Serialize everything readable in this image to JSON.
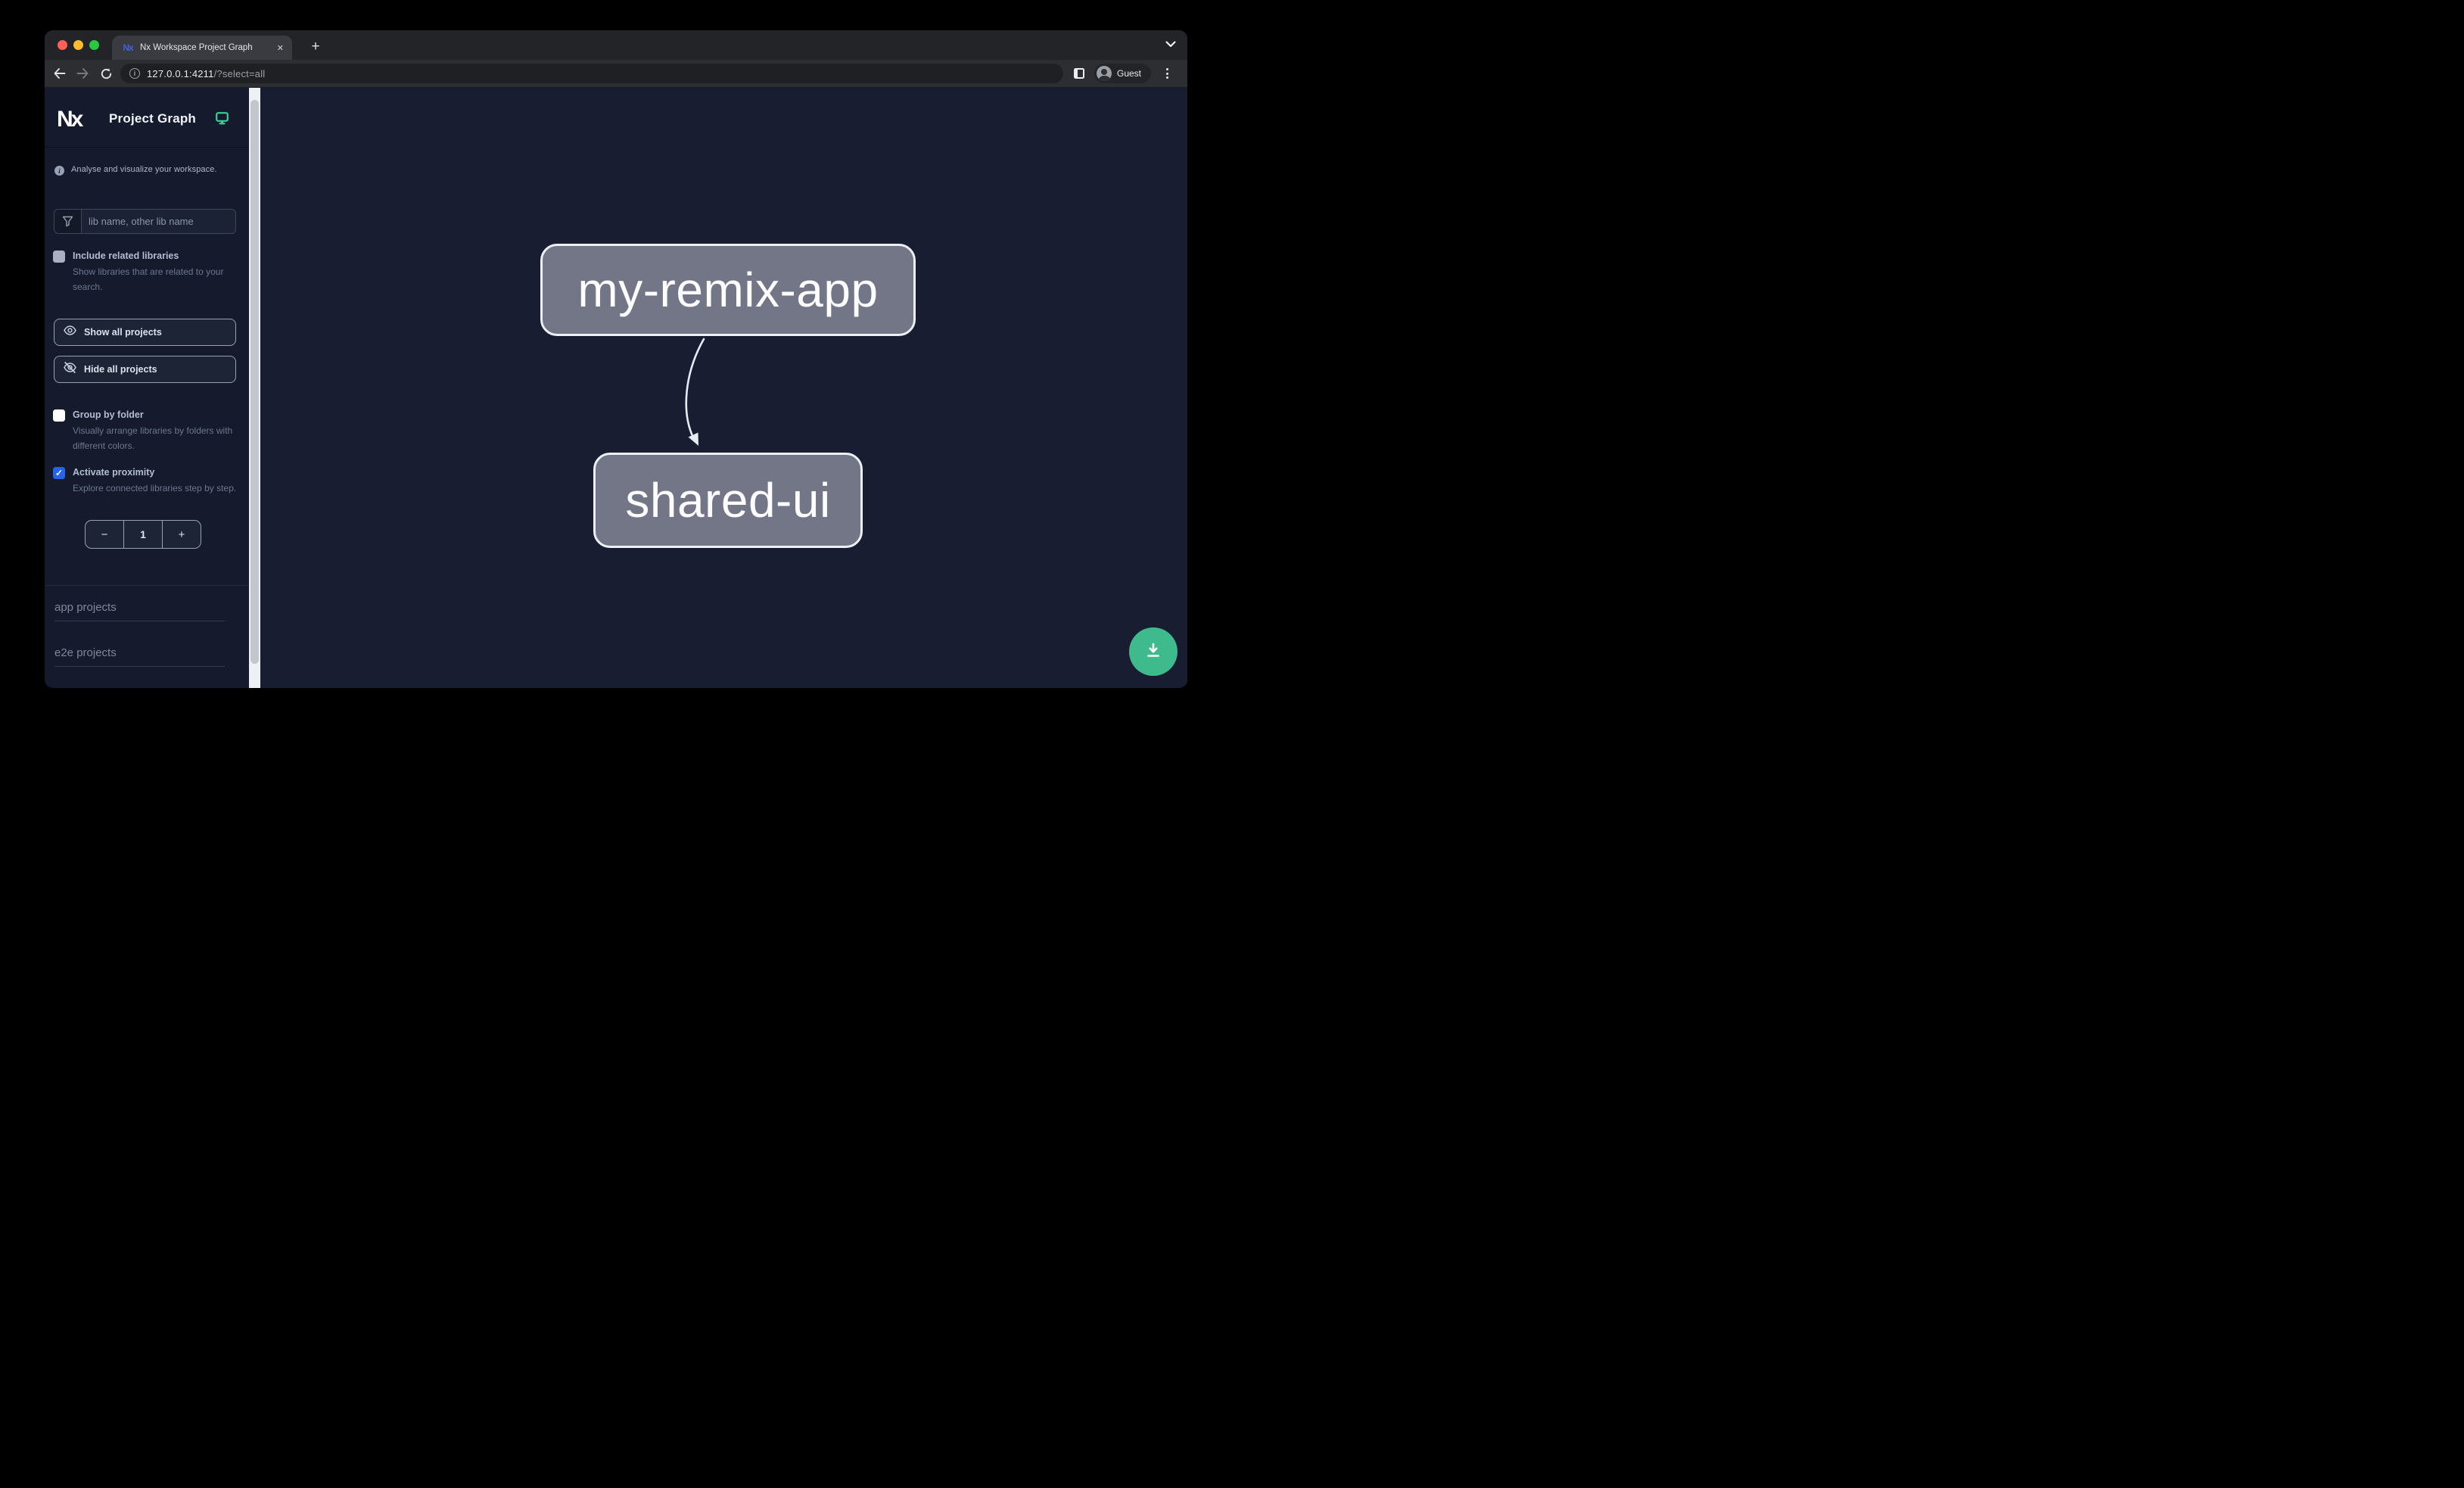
{
  "browser": {
    "tab": {
      "title": "Nx Workspace Project Graph",
      "close_glyph": "✕",
      "new_tab_glyph": "+",
      "chevron_glyph": "⌄"
    },
    "url": {
      "host": "127.0.0.1:4211",
      "path": "/?select=all"
    },
    "profile_label": "Guest"
  },
  "header": {
    "title": "Project Graph"
  },
  "sidebar": {
    "tagline": "Analyse and visualize your workspace.",
    "filter": {
      "placeholder": "lib name, other lib name",
      "value": ""
    },
    "options": {
      "include_related": {
        "label": "Include related libraries",
        "description": "Show libraries that are related to your search.",
        "checked": false
      },
      "group_by_folder": {
        "label": "Group by folder",
        "description": "Visually arrange libraries by folders with different colors.",
        "checked": false
      },
      "activate_proximity": {
        "label": "Activate proximity",
        "description": "Explore connected libraries step by step.",
        "checked": true,
        "check_glyph": "✓"
      }
    },
    "buttons": {
      "show_all": "Show all projects",
      "hide_all": "Hide all projects"
    },
    "proximity_stepper": {
      "decrement": "−",
      "value": "1",
      "increment": "+"
    },
    "sections": [
      {
        "label": "app projects"
      },
      {
        "label": "e2e projects"
      }
    ]
  },
  "graph": {
    "nodes": [
      {
        "id": "my-remix-app"
      },
      {
        "id": "shared-ui"
      }
    ],
    "edges": [
      {
        "source": "my-remix-app",
        "target": "shared-ui"
      }
    ]
  },
  "icons": {
    "nx_logo_text": "Nx",
    "favicon_text": "Nx",
    "monitor": "monitor-icon",
    "info": "i",
    "filter": "funnel-icon",
    "show_all": "eye-icon",
    "hide_all": "eye-off-icon",
    "download": "download-icon"
  },
  "colors": {
    "accent_green": "#3eba8c",
    "checkbox_blue": "#2563eb",
    "node_fill": "#737687",
    "node_border": "#edeff5",
    "canvas_bg": "#181d31",
    "sidebar_bg": "#151a2c",
    "traffic_red": "#ff5f57",
    "traffic_yellow": "#febc2e",
    "traffic_green": "#28c840"
  }
}
